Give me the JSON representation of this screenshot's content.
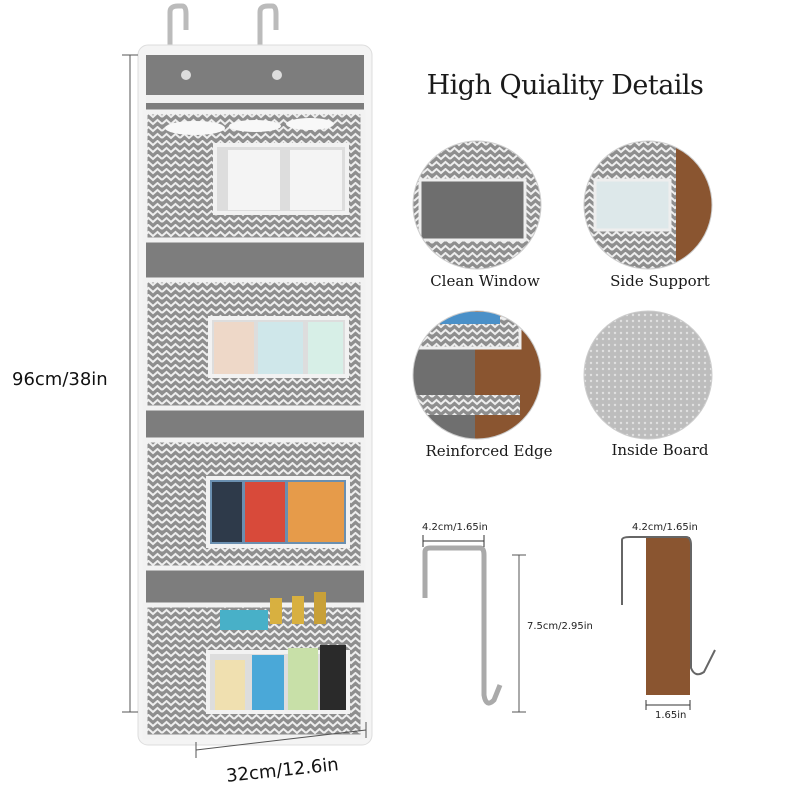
{
  "dimensions": {
    "height_label": "96cm/38in",
    "width_label": "32cm/12.6in"
  },
  "details": {
    "title": "High Quiality Details",
    "items": [
      {
        "label": "Clean Window"
      },
      {
        "label": "Side Support"
      },
      {
        "label": "Reinforced Edge"
      },
      {
        "label": "Inside Board"
      }
    ]
  },
  "hook": {
    "width_label": "4.2cm/1.65in",
    "height_label": "7.5cm/2.95in",
    "door_width_label": "4.2cm/1.65in",
    "door_thickness_label": "1.65in"
  },
  "colors": {
    "fabric_gray": "#8c8c8c",
    "panel_gray": "#7a7a7a",
    "trim_white": "#f2f2f2",
    "wood": "#8a5530"
  }
}
